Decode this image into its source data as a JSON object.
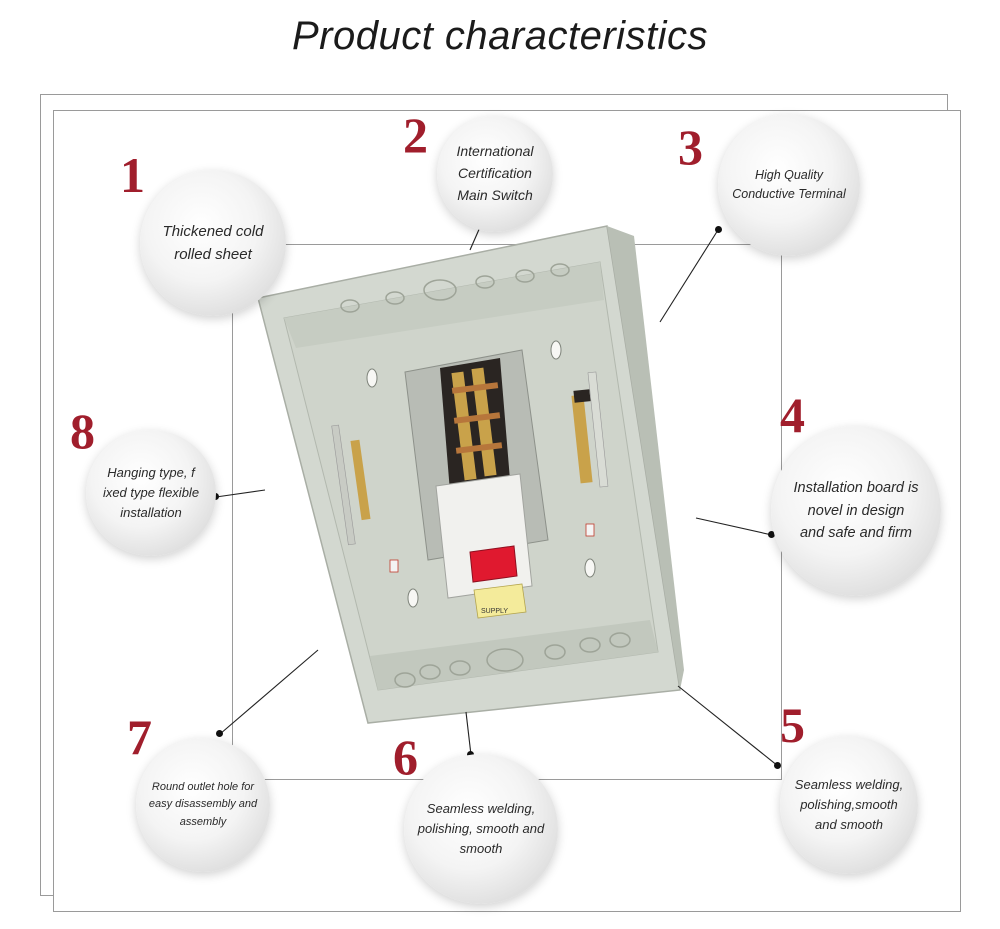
{
  "title": "Product characteristics",
  "colors": {
    "accent_number": "#a01e2c",
    "box_body": "#d8dcd5",
    "breaker_red": "#e0192f",
    "busbar_brass": "#c9a24a"
  },
  "features": [
    {
      "number": "1",
      "text": "Thickened cold\nrolled sheet"
    },
    {
      "number": "2",
      "text": "International\nCertification\nMain Switch"
    },
    {
      "number": "3",
      "text": "High Quality\nConductive Terminal"
    },
    {
      "number": "4",
      "text": "Installation board is\nnovel in design\nand safe and firm"
    },
    {
      "number": "5",
      "text": "Seamless welding,\npolishing,smooth\nand smooth"
    },
    {
      "number": "6",
      "text": "Seamless welding,\npolishing, smooth and\nsmooth"
    },
    {
      "number": "7",
      "text": "Round outlet hole for\neasy disassembly and\nassembly"
    },
    {
      "number": "8",
      "text": "Hanging type, f\nixed type flexible\ninstallation"
    }
  ],
  "product_image": {
    "subject": "distribution-box",
    "main_switch_label": "SUPPLY"
  }
}
